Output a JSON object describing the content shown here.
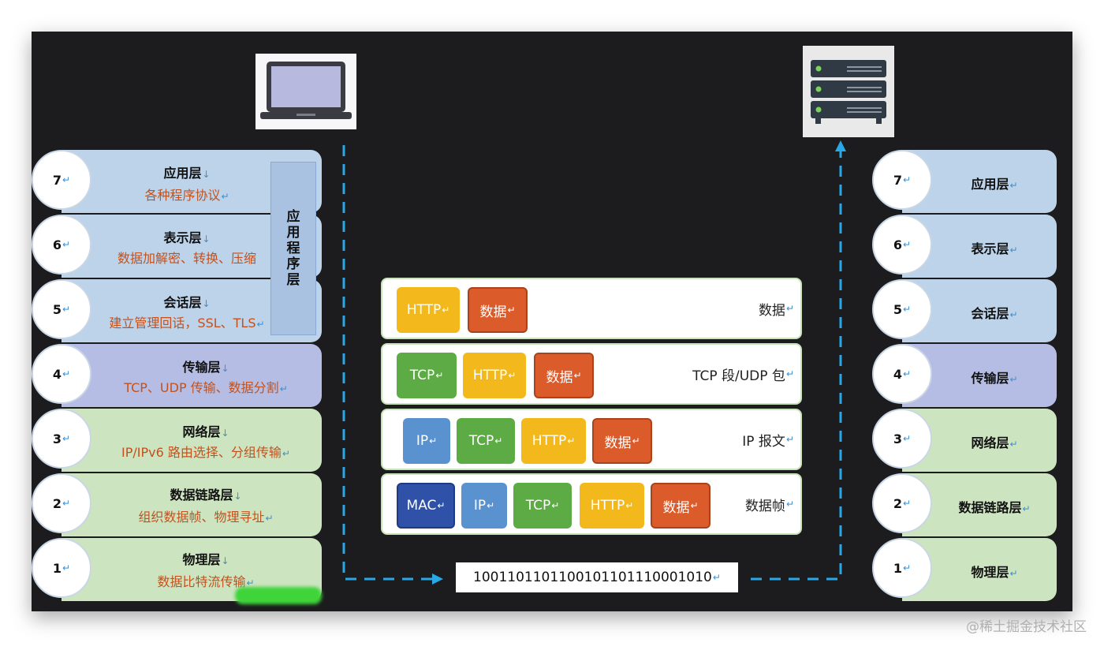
{
  "left_stack": {
    "layers": [
      {
        "num": "7",
        "name": "应用层",
        "desc": "各种程序协议"
      },
      {
        "num": "6",
        "name": "表示层",
        "desc": "数据加解密、转换、压缩"
      },
      {
        "num": "5",
        "name": "会话层",
        "desc": "建立管理回话，SSL、TLS"
      },
      {
        "num": "4",
        "name": "传输层",
        "desc": "TCP、UDP 传输、数据分割"
      },
      {
        "num": "3",
        "name": "网络层",
        "desc": "IP/IPv6 路由选择、分组传输"
      },
      {
        "num": "2",
        "name": "数据链路层",
        "desc": "组织数据帧、物理寻址"
      },
      {
        "num": "1",
        "name": "物理层",
        "desc": "数据比特流传输"
      }
    ],
    "app_group_label": [
      "应",
      "用",
      "程",
      "序",
      "层"
    ]
  },
  "right_stack": {
    "layers": [
      {
        "num": "7",
        "name": "应用层"
      },
      {
        "num": "6",
        "name": "表示层"
      },
      {
        "num": "5",
        "name": "会话层"
      },
      {
        "num": "4",
        "name": "传输层"
      },
      {
        "num": "3",
        "name": "网络层"
      },
      {
        "num": "2",
        "name": "数据链路层"
      },
      {
        "num": "1",
        "name": "物理层"
      }
    ]
  },
  "encapsulation": [
    {
      "chips": [
        "HTTP",
        "数据"
      ],
      "label": "数据"
    },
    {
      "chips": [
        "TCP",
        "HTTP",
        "数据"
      ],
      "label": "TCP 段/UDP 包"
    },
    {
      "chips": [
        "IP",
        "TCP",
        "HTTP",
        "数据"
      ],
      "label": "IP 报文"
    },
    {
      "chips": [
        "MAC",
        "IP",
        "TCP",
        "HTTP",
        "数据"
      ],
      "label": "数据帧"
    }
  ],
  "bitstream": "1001101101100101101110001010",
  "watermark": "@稀土掘金技术社区",
  "colors": {
    "arrow": "#2aa7e6",
    "app_layers": "#bcd3ea",
    "transport": "#b5bde4",
    "lower_layers": "#cde4c0",
    "highlight": "#3fd43a"
  }
}
